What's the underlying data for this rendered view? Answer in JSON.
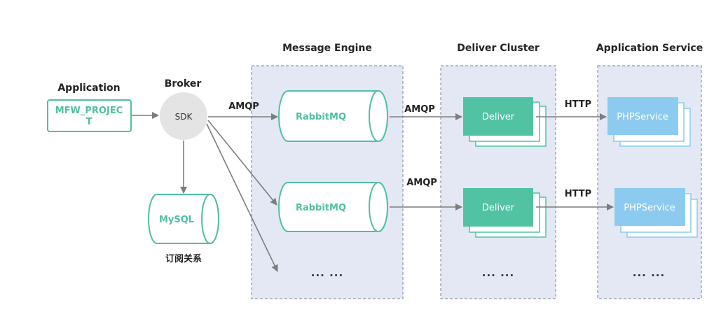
{
  "titles": {
    "application": "Application",
    "broker": "Broker",
    "message_engine": "Message Engine",
    "deliver_cluster": "Deliver Cluster",
    "application_service": "Application Service"
  },
  "nodes": {
    "app_line1": "MFW_PROJEC",
    "app_line2": "T",
    "sdk": "SDK",
    "mysql": "MySQL",
    "mysql_caption": "订阅关系",
    "rabbitmq_1": "RabbitMQ",
    "rabbitmq_2": "RabbitMQ",
    "deliver_1": "Deliver",
    "deliver_2": "Deliver",
    "phpservice_1": "PHPService",
    "phpservice_2": "PHPService"
  },
  "edges": {
    "amqp_broker": "AMQP",
    "amqp_engine_1": "AMQP",
    "amqp_engine_2": "AMQP",
    "http_1": "HTTP",
    "http_2": "HTTP"
  },
  "ellipsis": {
    "engine": "··· ···",
    "cluster": "··· ···",
    "service": "··· ···"
  },
  "colors": {
    "green": "#4fc0a1",
    "deliver_fill": "#52c3a2",
    "php_fill": "#8ccbef",
    "group_fill": "#e3e8f4",
    "group_border": "#8c97a8",
    "arrow": "#7d7d7d"
  }
}
